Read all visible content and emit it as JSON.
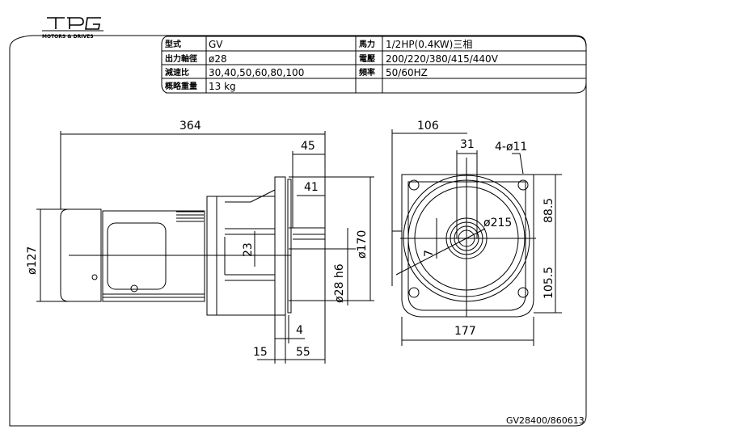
{
  "logo": {
    "brand": "TPG",
    "tagline": "MOTORS & DRIVES"
  },
  "spec_table": {
    "rows": [
      {
        "label": "型式",
        "value": "GV",
        "label2": "馬力",
        "value2": "1/2HP(0.4KW)三相"
      },
      {
        "label": "出力軸徑",
        "value": "ø28",
        "label2": "電壓",
        "value2": "200/220/380/415/440V"
      },
      {
        "label": "減速比",
        "value": "30,40,50,60,80,100",
        "label2": "頻率",
        "value2": "50/60HZ"
      },
      {
        "label": "概略重量",
        "value": "13 kg",
        "label2": "",
        "value2": ""
      }
    ]
  },
  "side_view": {
    "overall_length": "364",
    "dim_45": "45",
    "dim_41": "41",
    "dim_23": "23",
    "dia_127": "ø127",
    "dia_170": "ø170",
    "shaft": "ø28 h6",
    "dim_4": "4",
    "dim_15": "15",
    "dim_55": "55"
  },
  "front_view": {
    "dim_106": "106",
    "dim_31": "31",
    "holes": "4-ø11",
    "dia_215": "ø215",
    "dim_7": "7",
    "dim_88_5": "88.5",
    "dim_105_5": "105.5",
    "dim_177": "177"
  },
  "drawing_number": "GV28400/860613"
}
